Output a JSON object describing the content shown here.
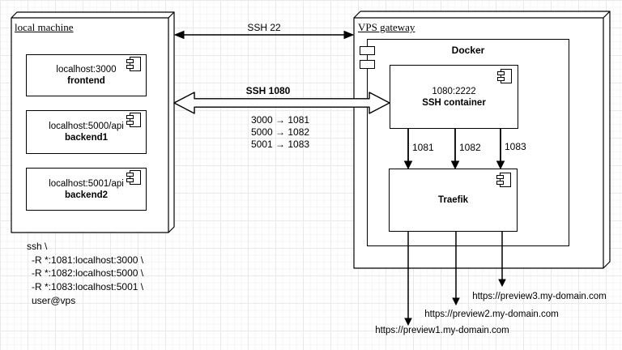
{
  "diagram": {
    "local_machine": {
      "title": "local machine",
      "components": [
        {
          "address": "localhost:3000",
          "name": "frontend"
        },
        {
          "address": "localhost:5000/api",
          "name": "backend1"
        },
        {
          "address": "localhost:5001/api",
          "name": "backend2"
        }
      ]
    },
    "vps_gateway": {
      "title": "VPS gateway",
      "docker": {
        "title": "Docker",
        "ssh_container": {
          "ports": "1080:2222",
          "name": "SSH container"
        },
        "traefik": {
          "name": "Traefik"
        },
        "internal_ports": [
          "1081",
          "1082",
          "1083"
        ]
      }
    },
    "connections": {
      "ssh22": "SSH 22",
      "ssh1080": "SSH 1080",
      "port_mappings": [
        "3000 → 1081",
        "5000 → 1082",
        "5001 → 1083"
      ]
    },
    "ssh_command": {
      "lines": [
        "ssh \\",
        "-R *:1081:localhost:3000 \\",
        "-R *:1082:localhost:5000 \\",
        "-R *:1083:localhost:5001 \\",
        "user@vps"
      ]
    },
    "public_urls": [
      "https://preview1.my-domain.com",
      "https://preview2.my-domain.com",
      "https://preview3.my-domain.com"
    ],
    "colors": {
      "stroke": "#000000",
      "fill": "#ffffff",
      "grid_major": "#e9e9e9"
    }
  }
}
